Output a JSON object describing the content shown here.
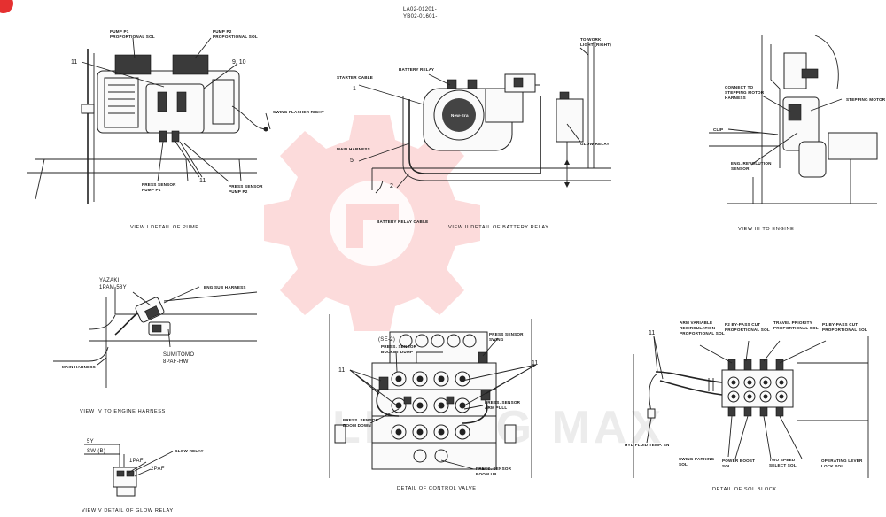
{
  "document_number": [
    "LA02-01201-",
    "YB02-01601-"
  ],
  "view_pump": {
    "caption": "VIEW I   DETAIL OF PUMP",
    "labels": {
      "pump_p1": [
        "PUMP P1",
        "PROPORTIONAL SOL"
      ],
      "pump_p2": [
        "PUMP P2",
        "PROPORTIONAL SOL"
      ],
      "swing_flasher": "SWING FLASHER RIGHT",
      "sensor_p1": [
        "PRESS SENSOR",
        "PUMP P1"
      ],
      "sensor_p2": [
        "PRESS SENSOR",
        "PUMP P2"
      ]
    },
    "callouts": [
      "11",
      "9, 10",
      "11"
    ]
  },
  "view_battery": {
    "caption": "VIEW II    DETAIL OF BATTERY RELAY",
    "labels": {
      "starter_cable": "STARTER CABLE",
      "battery_relay": "BATTERY RELAY",
      "to_work_light": [
        "TO WORK",
        "LIGHT (RIGHT)"
      ],
      "glow_relay": "GLOW RELAY",
      "main_harness": "MAIN HARNESS",
      "battery_relay_cable": "BATTERY RELAY CABLE",
      "battery_brand": "New-Era"
    },
    "callouts": [
      "1",
      "5",
      "2"
    ]
  },
  "view_engine": {
    "caption": "VIEW III        TO ENGINE",
    "labels": {
      "connect_stepping": [
        "CONNECT TO",
        "STEPPING MOTOR",
        "HARNESS"
      ],
      "stepping_motor": "STEPPING MOTOR",
      "clip": "CLIP",
      "eng_rev_sensor": [
        "ENG. REVOLUTION",
        "SENSOR"
      ]
    }
  },
  "view_harness": {
    "caption": "VIEW IV       TO ENGINE HARNESS",
    "labels": {
      "yazaki": [
        "YAZAKI",
        "1PAM-58Y"
      ],
      "eng_sub_harness": "ENG SUB HARNESS",
      "sumitomo": [
        "SUMITOMO",
        "8PAF-HW"
      ],
      "main_harness": "MAIN HARNESS"
    }
  },
  "view_glow": {
    "caption": "VIEW V    DETAIL OF GLOW RELAY",
    "labels": {
      "sy": "5Y",
      "sw": "SW (B)",
      "glow_relay": "GLOW RELAY",
      "paf1": "1PAF",
      "paf2": "2PAF"
    }
  },
  "view_control_valve": {
    "caption": "DETAIL OF CONTROL VALVE",
    "labels": {
      "se2": "(SE-2)",
      "sensor_bucket": [
        "PRESS. SENSOR",
        "BUCKET DUMP"
      ],
      "sensor_swing": [
        "PRESS SENSOR",
        "SWING"
      ],
      "sensor_boom_down": [
        "PRESS. SENSOR",
        "BOOM DOWN"
      ],
      "sensor_arm_pull": [
        "PRESS. SENSOR",
        "ARM PULL"
      ],
      "sensor_boom_up": [
        "PRESS. SENSOR",
        "BOOM UP"
      ]
    },
    "callouts": [
      "11",
      "11"
    ]
  },
  "view_sol_block": {
    "caption": "DETAIL OF SOL BLOCK",
    "labels": {
      "arm_variable": [
        "ARM VARIABLE",
        "RECIRCULATION",
        "PROPORTIONAL SOL"
      ],
      "p2_bypass": [
        "P2 BY-PASS CUT",
        "PROPORTIONAL SOL"
      ],
      "travel_priority": [
        "TRAVEL PRIORITY",
        "PROPORTIONAL SOL"
      ],
      "p1_bypass": [
        "P1 BY-PASS CUT",
        "PROPORTIONAL SOL"
      ],
      "hyd_fluid": "HYD FLUID TEMP. SN",
      "swing_parking": [
        "SWING PARKING",
        "SOL"
      ],
      "power_boost": [
        "POWER BOOST",
        "SOL"
      ],
      "two_speed": [
        "TWO SPEED",
        "SELECT SOL"
      ],
      "operating_lever": [
        "OPERATING LEVER",
        "LOCK SOL"
      ]
    },
    "callouts": [
      "11"
    ]
  },
  "watermark": "LIGONG MAX",
  "colors": {
    "ink": "#222222",
    "watermark": "#f25a5a",
    "corner_badge": "#e53030"
  }
}
